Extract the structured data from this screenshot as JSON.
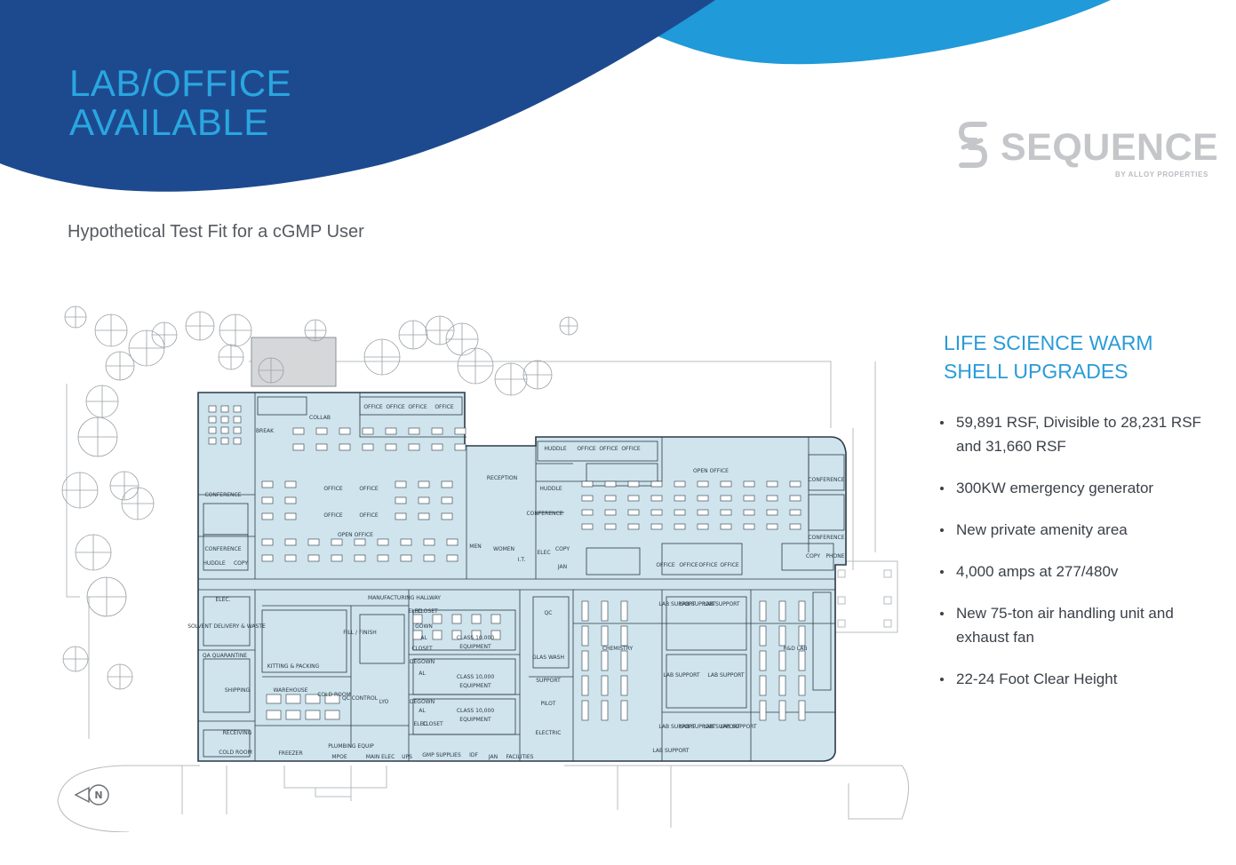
{
  "header": {
    "title_line1": "LAB/OFFICE",
    "title_line2": "AVAILABLE",
    "colors": {
      "wave_dark": "#1d4a8f",
      "wave_light": "#209ad8",
      "title": "#2aa6e0"
    }
  },
  "logo": {
    "icon": "sequence-s-icon",
    "name": "SEQUENCE",
    "tagline": "BY ALLOY PROPERTIES"
  },
  "subtitle": "Hypothetical Test Fit for a cGMP User",
  "floorplan": {
    "fill_color": "#cfe4ec",
    "compass": "N",
    "rooms": [
      "OFFICE",
      "OFFICE",
      "OFFICE",
      "OFFICE",
      "COLLAB",
      "BREAK",
      "CONFERENCE",
      "CONFERENCE",
      "HUDDLE",
      "COPY",
      "OFFICE",
      "OFFICE",
      "OFFICE",
      "OFFICE",
      "OPEN OFFICE",
      "RECEPTION",
      "HUDDLE",
      "CONFERENCE",
      "MEN",
      "WOMEN",
      "I.T.",
      "ELEC",
      "COPY",
      "JAN",
      "HUDDLE",
      "OFFICE",
      "OFFICE",
      "OFFICE",
      "OPEN OFFICE",
      "CONFERENCE",
      "CONFERENCE",
      "COPY",
      "PHONE",
      "OFFICE",
      "OFFICE",
      "OFFICE",
      "OFFICE",
      "ELEC.",
      "SOLVENT DELIVERY & WASTE",
      "QA QUARANTINE",
      "SHIPPING",
      "RECEIVING",
      "COLD ROOM",
      "KITTING & PACKING",
      "WAREHOUSE",
      "FREEZER",
      "FILL / FINISH",
      "COLD ROOM",
      "QC CONTROL",
      "LYO",
      "MANUFACTURING HALLWAY",
      "PLUMBING EQUIP",
      "MPOE",
      "MAIN ELEC",
      "UPS",
      "GMP SUPPLIES",
      "IDF",
      "JAN",
      "FACILITIES",
      "ELEC",
      "CLOSET",
      "GOWN",
      "AL",
      "CLOSET",
      "DEGOWN",
      "AL",
      "DEGOWN",
      "AL",
      "ELEC",
      "CLOSET",
      "CLASS 10,000",
      "EQUIPMENT",
      "CLASS 10,000",
      "EQUIPMENT",
      "CLASS 10,000",
      "EQUIPMENT",
      "QC",
      "GLAS WASH",
      "SUPPORT",
      "PILOT",
      "ELECTRIC",
      "CHEMISTRY",
      "LAB SUPPORT",
      "LAB SUPPORT",
      "LAB SUPPORT",
      "LAB SUPPORT",
      "LAB SUPPORT",
      "LAB SUPPORT",
      "LAB SUPPORT",
      "LAB SUPPORT",
      "LAB SUPPORT",
      "LAB SUPPORT",
      "R&D LAB"
    ]
  },
  "upgrades": {
    "title_line1": "LIFE SCIENCE WARM",
    "title_line2": "SHELL UPGRADES",
    "items": [
      "59,891 RSF, Divisible to 28,231 RSF and 31,660 RSF",
      "300KW emergency generator",
      "New private amenity area",
      "4,000 amps at 277/480v",
      "New 75-ton air handling unit and exhaust fan",
      "22-24 Foot Clear Height"
    ]
  }
}
